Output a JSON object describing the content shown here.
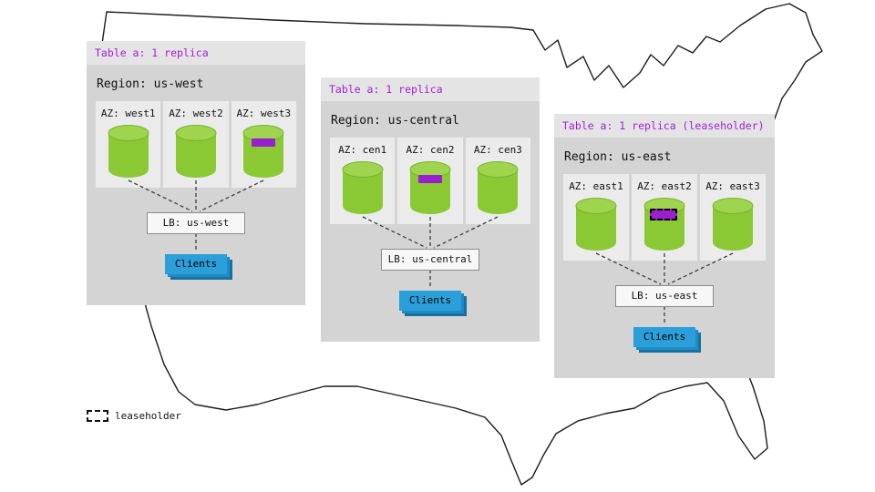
{
  "legend": {
    "label": "leaseholder"
  },
  "colors": {
    "replica_cylinder": "#8bc934",
    "range_bar": "#9a1fd0",
    "clients_box": "#2b9fd9",
    "table_header_text": "#a420d6"
  },
  "regions": [
    {
      "table_label": "Table a: 1 replica",
      "region_label": "Region: us-west",
      "lb_label": "LB: us-west",
      "clients_label": "Clients",
      "azs": [
        {
          "label": "AZ: west1",
          "replica": false,
          "leaseholder": false
        },
        {
          "label": "AZ: west2",
          "replica": false,
          "leaseholder": false
        },
        {
          "label": "AZ: west3",
          "replica": true,
          "leaseholder": false
        }
      ]
    },
    {
      "table_label": "Table a: 1 replica",
      "region_label": "Region: us-central",
      "lb_label": "LB: us-central",
      "clients_label": "Clients",
      "azs": [
        {
          "label": "AZ: cen1",
          "replica": false,
          "leaseholder": false
        },
        {
          "label": "AZ: cen2",
          "replica": true,
          "leaseholder": false
        },
        {
          "label": "AZ: cen3",
          "replica": false,
          "leaseholder": false
        }
      ]
    },
    {
      "table_label": "Table a: 1 replica (leaseholder)",
      "region_label": "Region: us-east",
      "lb_label": "LB: us-east",
      "clients_label": "Clients",
      "azs": [
        {
          "label": "AZ: east1",
          "replica": false,
          "leaseholder": false
        },
        {
          "label": "AZ: east2",
          "replica": true,
          "leaseholder": true
        },
        {
          "label": "AZ: east3",
          "replica": false,
          "leaseholder": false
        }
      ]
    }
  ]
}
